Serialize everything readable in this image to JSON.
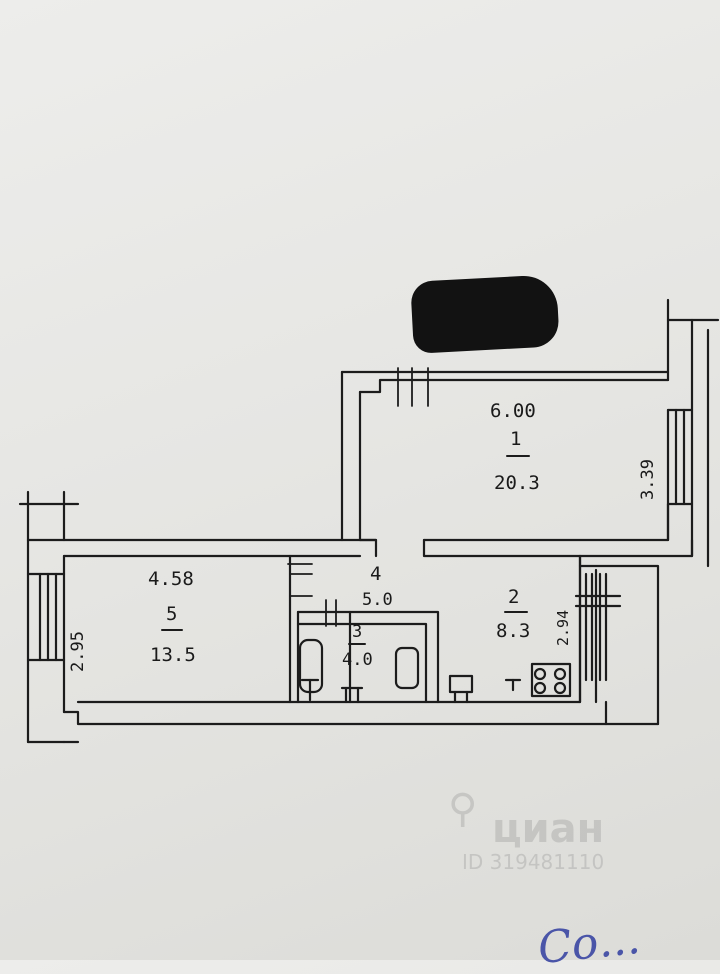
{
  "plan": {
    "rooms": [
      {
        "id": "1",
        "number": "1",
        "area": "20.3",
        "length": "6.00",
        "width": "3.39"
      },
      {
        "id": "2",
        "number": "2",
        "area": "8.3",
        "width": "2.94"
      },
      {
        "id": "3",
        "number": "3",
        "area": "4.0"
      },
      {
        "id": "4",
        "number": "4",
        "area": "5.0"
      },
      {
        "id": "5",
        "number": "5",
        "area": "13.5",
        "length": "4.58",
        "width": "2.95"
      }
    ]
  },
  "watermark": {
    "brand": "циан",
    "listing_id": "ID 319481110"
  },
  "handwriting": "Со..."
}
